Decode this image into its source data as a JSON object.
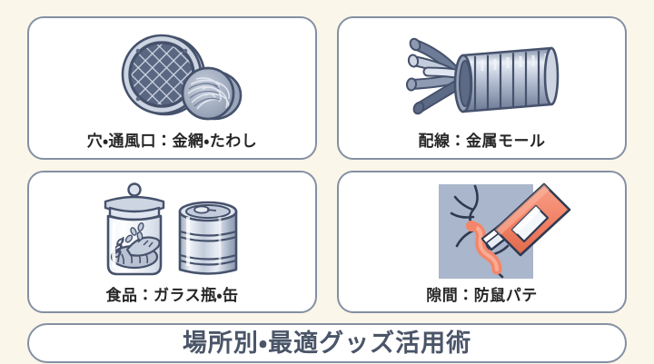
{
  "background_color": "#faf6e9",
  "card_border_color": "#8490a3",
  "card_fill_color": "#ffffff",
  "label_color": "#262626",
  "banner_title_color": "#4a5568",
  "accent_colors": {
    "metal_light": "#d7dde8",
    "metal_mid": "#aab4c6",
    "metal_dark": "#6b7894",
    "outline": "#3e4a63",
    "putty_orange": "#f3866a",
    "crack_panel": "#aab6cb"
  },
  "cards": [
    {
      "id": "vent",
      "label": "穴・通風口：金網・たわし",
      "art_name": "vent-mesh-and-steel-wool-illustration"
    },
    {
      "id": "wiring",
      "label": "配線：金属モール",
      "art_name": "cables-in-metal-conduit-illustration"
    },
    {
      "id": "food",
      "label": "食品：ガラス瓶・缶",
      "art_name": "glass-jar-and-can-illustration"
    },
    {
      "id": "gap",
      "label": "隙間：防鼠パテ",
      "art_name": "caulk-gun-sealing-crack-illustration"
    }
  ],
  "banner": {
    "title": "場所別・最適グッズ活用術"
  }
}
